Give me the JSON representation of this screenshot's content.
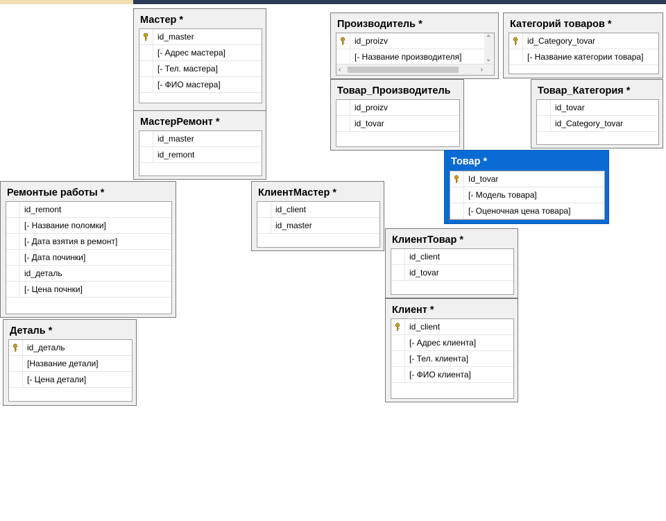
{
  "tables": [
    {
      "title": "Мастер *",
      "selected": false,
      "rows": [
        {
          "text": "id_master",
          "key": true
        },
        {
          "text": "[- Адрес мастера]",
          "key": false
        },
        {
          "text": "[- Тел. мастера]",
          "key": false
        },
        {
          "text": "[- ФИО мастера]",
          "key": false
        }
      ]
    },
    {
      "title": "МастерРемонт *",
      "selected": false,
      "rows": [
        {
          "text": "id_master",
          "key": false
        },
        {
          "text": "id_remont",
          "key": false
        }
      ]
    },
    {
      "title": "Производитель *",
      "selected": false,
      "rows": [
        {
          "text": "id_proizv",
          "key": true
        },
        {
          "text": "[- Название производителя]",
          "key": false
        }
      ]
    },
    {
      "title": "Категорий товаров *",
      "selected": false,
      "rows": [
        {
          "text": "id_Category_tovar",
          "key": true
        },
        {
          "text": "[- Название категории товара]",
          "key": false
        }
      ]
    },
    {
      "title": "Товар_Производитель",
      "selected": false,
      "rows": [
        {
          "text": "id_proizv",
          "key": false
        },
        {
          "text": "id_tovar",
          "key": false
        }
      ]
    },
    {
      "title": "Товар_Категория *",
      "selected": false,
      "rows": [
        {
          "text": "id_tovar",
          "key": false
        },
        {
          "text": "id_Category_tovar",
          "key": false
        }
      ]
    },
    {
      "title": "Товар *",
      "selected": true,
      "rows": [
        {
          "text": "Id_tovar",
          "key": true
        },
        {
          "text": "[- Модель товара]",
          "key": false
        },
        {
          "text": "[- Оценочная цена товара]",
          "key": false
        }
      ]
    },
    {
      "title": "Ремонтые работы *",
      "selected": false,
      "rows": [
        {
          "text": "id_remont",
          "key": false
        },
        {
          "text": "[- Название поломки]",
          "key": false
        },
        {
          "text": "[- Дата взятия в ремонт]",
          "key": false
        },
        {
          "text": "[- Дата починки]",
          "key": false
        },
        {
          "text": "id_деталь",
          "key": false
        },
        {
          "text": "[- Цена почнки]",
          "key": false
        }
      ]
    },
    {
      "title": "КлиентМастер *",
      "selected": false,
      "rows": [
        {
          "text": "id_client",
          "key": false
        },
        {
          "text": "id_master",
          "key": false
        }
      ]
    },
    {
      "title": "КлиентТовар *",
      "selected": false,
      "rows": [
        {
          "text": "id_client",
          "key": false
        },
        {
          "text": "id_tovar",
          "key": false
        }
      ]
    },
    {
      "title": "Клиент *",
      "selected": false,
      "rows": [
        {
          "text": "id_client",
          "key": true
        },
        {
          "text": "[- Адрес клиента]",
          "key": false
        },
        {
          "text": "[- Тел. клиента]",
          "key": false
        },
        {
          "text": "[- ФИО клиента]",
          "key": false
        }
      ]
    },
    {
      "title": "Деталь *",
      "selected": false,
      "rows": [
        {
          "text": "id_деталь",
          "key": true
        },
        {
          "text": "[Название детали]",
          "key": false
        },
        {
          "text": "[- Цена детали]",
          "key": false
        }
      ]
    }
  ]
}
